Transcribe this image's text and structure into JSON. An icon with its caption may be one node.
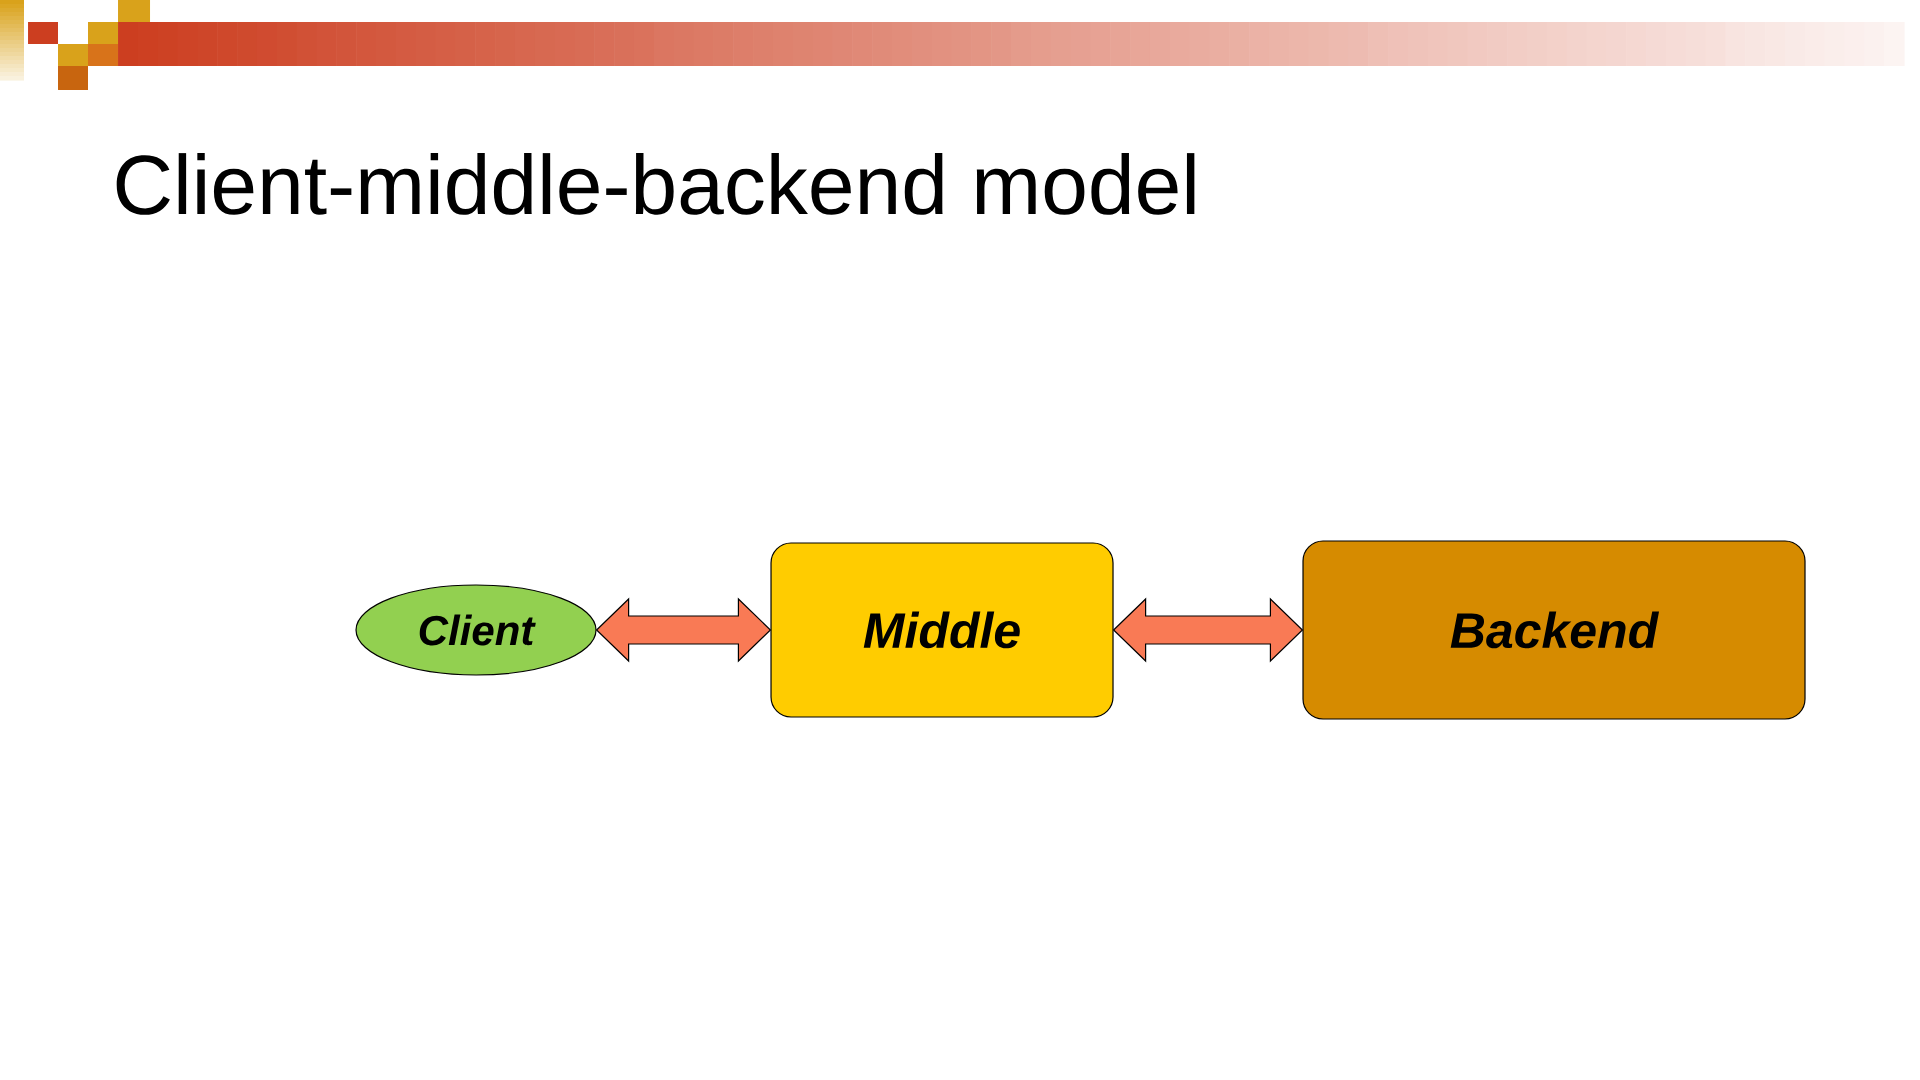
{
  "diagram": {
    "title": "Client-middle-backend model",
    "nodes": [
      {
        "text": [
          "Client"
        ]
      },
      {
        "text": [
          "Middle"
        ]
      },
      {
        "text": [
          "Backend"
        ]
      }
    ],
    "edges": [
      {
        "from": 0,
        "to": 1,
        "arrow": "both"
      },
      {
        "from": 1,
        "to": 2,
        "arrow": "both"
      }
    ]
  }
}
